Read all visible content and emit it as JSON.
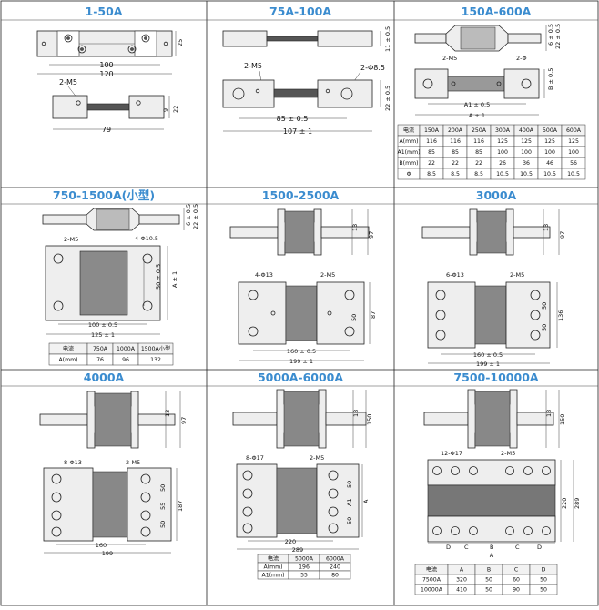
{
  "panels": [
    {
      "id": "p1",
      "title": "1-50A",
      "labels": {
        "thread": "2-M5",
        "d100": "100",
        "d120": "120",
        "d25": "25",
        "d9": "9",
        "d22": "22",
        "d79": "79"
      }
    },
    {
      "id": "p2",
      "title": "75A-100A",
      "labels": {
        "thread": "2-M5",
        "hole": "2-Φ8.5",
        "d11": "11 ± 0.5",
        "d22": "22 ± 0.5",
        "d85": "85 ± 0.5",
        "d107": "107 ± 1"
      }
    },
    {
      "id": "p3",
      "title": "150A-600A",
      "labels": {
        "thread": "2-M5",
        "hole": "2-Φ",
        "a1": "A1 ± 0.5",
        "a": "A ± 1",
        "b": "B ± 0.5",
        "v6": "6 ± 0.5",
        "v22": "22 ± 0.5"
      },
      "table": {
        "headers": [
          "电流",
          "150A",
          "200A",
          "250A",
          "300A",
          "400A",
          "500A",
          "600A"
        ],
        "rows": [
          [
            "A(mm)",
            "116",
            "116",
            "116",
            "125",
            "125",
            "125",
            "125"
          ],
          [
            "A1(mm)",
            "85",
            "85",
            "85",
            "100",
            "100",
            "100",
            "100"
          ],
          [
            "B(mm)",
            "22",
            "22",
            "22",
            "26",
            "36",
            "46",
            "56"
          ],
          [
            "Φ",
            "8.5",
            "8.5",
            "8.5",
            "10.5",
            "10.5",
            "10.5",
            "10.5"
          ]
        ]
      }
    },
    {
      "id": "p4",
      "title": "750-1500A(小型)",
      "labels": {
        "thread": "2-M5",
        "hole": "4-Φ10.5",
        "v6": "6 ± 0.5",
        "v22": "22 ± 0.5",
        "d50": "50 ± 0.5",
        "da": "A ± 1",
        "d100": "100 ± 0.5",
        "d125": "125 ± 1"
      },
      "table": {
        "headers": [
          "电流",
          "750A",
          "1000A",
          "1500A小型"
        ],
        "rows": [
          [
            "A(mm)",
            "76",
            "96",
            "132"
          ]
        ]
      }
    },
    {
      "id": "p5",
      "title": "1500-2500A",
      "labels": {
        "hole": "4-Φ13",
        "thread": "2-M5",
        "d13": "13",
        "d97": "97",
        "d50": "50",
        "d87": "87",
        "d160": "160 ± 0.5",
        "d199": "199 ± 1"
      }
    },
    {
      "id": "p6",
      "title": "3000A",
      "labels": {
        "hole": "6-Φ13",
        "thread": "2-M5",
        "d13": "13",
        "d97": "97",
        "d50": "50",
        "d136": "136",
        "d160": "160 ± 0.5",
        "d199": "199 ± 1"
      }
    },
    {
      "id": "p7",
      "title": "4000A",
      "labels": {
        "hole": "8-Φ13",
        "thread": "2-M5",
        "d13": "13",
        "d97": "97",
        "d50a": "50",
        "d55": "55",
        "d50b": "50",
        "d187": "187",
        "d160": "160",
        "d199": "199"
      }
    },
    {
      "id": "p8",
      "title": "5000A-6000A",
      "labels": {
        "hole": "8-Φ17",
        "thread": "2-M5",
        "d18": "18",
        "d150": "150",
        "d50a": "50",
        "da1": "A1",
        "d50b": "50",
        "da": "A",
        "d220": "220",
        "d289": "289"
      },
      "table": {
        "headers": [
          "电流",
          "5000A",
          "6000A"
        ],
        "rows": [
          [
            "A(mm)",
            "196",
            "240"
          ],
          [
            "A1(mm)",
            "55",
            "80"
          ]
        ]
      }
    },
    {
      "id": "p9",
      "title": "7500-10000A",
      "labels": {
        "hole": "12-Φ17",
        "thread": "2-M5",
        "d18": "18",
        "d150": "150",
        "d220": "220",
        "d289": "289",
        "dd": "D",
        "dc": "C",
        "db": "B",
        "dc2": "C",
        "dd2": "D"
      },
      "table": {
        "headers": [
          "电流",
          "A",
          "B",
          "C",
          "D"
        ],
        "rows": [
          [
            "7500A",
            "320",
            "50",
            "60",
            "50"
          ],
          [
            "10000A",
            "410",
            "50",
            "90",
            "50"
          ]
        ]
      }
    }
  ]
}
